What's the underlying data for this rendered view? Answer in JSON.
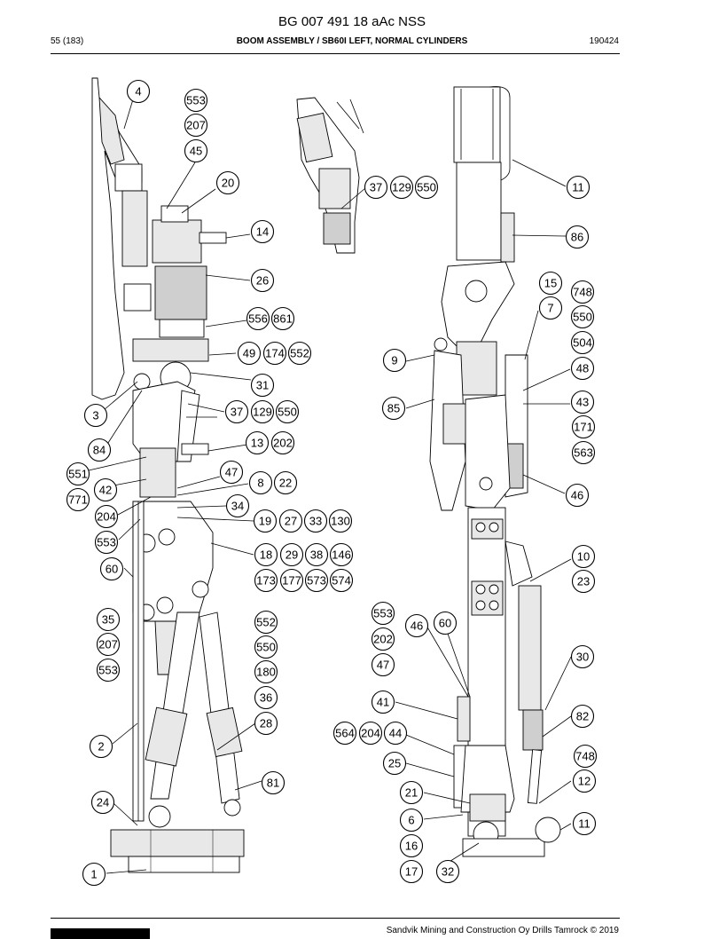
{
  "header": {
    "doc_code": "BG 007 491 18 aAc NSS",
    "page": "55 (183)",
    "title": "BOOM ASSEMBLY / SB60I LEFT, NORMAL CYLINDERS",
    "date": "190424"
  },
  "footer": {
    "copyright": "Sandvik Mining and Construction Oy Drills Tamrock © 2019"
  },
  "callouts": {
    "c4": "4",
    "c553a": "553",
    "c207a": "207",
    "c45": "45",
    "c20": "20",
    "c14": "14",
    "c26": "26",
    "c556": "556",
    "c861": "861",
    "c49": "49",
    "c174": "174",
    "c552a": "552",
    "c31": "31",
    "c3": "3",
    "c37a": "37",
    "c129a": "129",
    "c550a": "550",
    "c84": "84",
    "c13": "13",
    "c202a": "202",
    "c551": "551",
    "c47a": "47",
    "c8": "8",
    "c22": "22",
    "c42": "42",
    "c771": "771",
    "c204a": "204",
    "c34": "34",
    "c19": "19",
    "c27": "27",
    "c33": "33",
    "c130": "130",
    "c553b": "553",
    "c60a": "60",
    "c18": "18",
    "c29": "29",
    "c38": "38",
    "c146": "146",
    "c173": "173",
    "c177": "177",
    "c573": "573",
    "c574": "574",
    "c35": "35",
    "c207b": "207",
    "c553c": "553",
    "c552b": "552",
    "c550b": "550",
    "c180": "180",
    "c36": "36",
    "c28": "28",
    "c2": "2",
    "c81": "81",
    "c24": "24",
    "c1": "1",
    "c37b": "37",
    "c129b": "129",
    "c550c": "550",
    "c11a": "11",
    "c86": "86",
    "c15": "15",
    "c748a": "748",
    "c7": "7",
    "c550d": "550",
    "c504": "504",
    "c9": "9",
    "c48": "48",
    "c43": "43",
    "c85": "85",
    "c171": "171",
    "c563": "563",
    "c46a": "46",
    "c10": "10",
    "c23": "23",
    "c553d": "553",
    "c46b": "46",
    "c60b": "60",
    "c202b": "202",
    "c47b": "47",
    "c30": "30",
    "c41": "41",
    "c82": "82",
    "c564": "564",
    "c204b": "204",
    "c44": "44",
    "c748b": "748",
    "c25": "25",
    "c12": "12",
    "c21": "21",
    "c6": "6",
    "c11b": "11",
    "c16": "16",
    "c17": "17",
    "c32": "32"
  }
}
